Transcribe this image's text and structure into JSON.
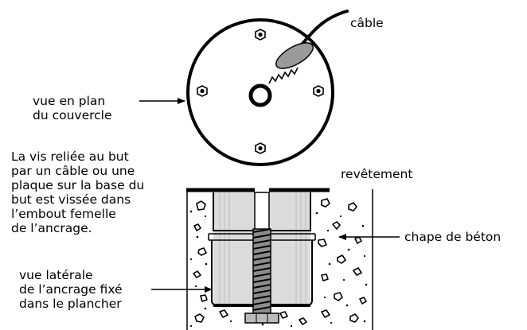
{
  "labels": {
    "cable": "câble",
    "plan_view": "vue  en plan\ndu couvercle",
    "description": "La vis reliée au but\npar un câble ou une\nplaque sur la base du\nbut est vissée dans\nl’embout femelle\nde l’ancrage.",
    "surface": "revêtement",
    "concrete": "chape de béton",
    "side_view": "vue latérale\nde l’ancrage fixé\ndans le plancher"
  },
  "colors": {
    "ink": "#000000",
    "plate_gray": "#9a9a9a",
    "sleeve_gray": "#d9d9d9",
    "screw_gray": "#8c8c8c"
  }
}
